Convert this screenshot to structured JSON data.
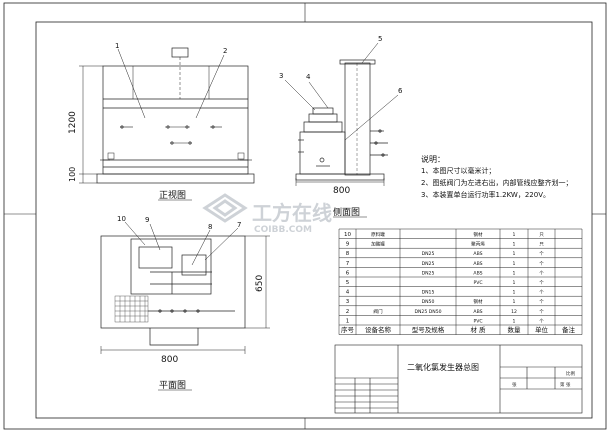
{
  "views": {
    "front": {
      "title": "正视图",
      "dim_height": "1200",
      "dim_base": "100",
      "callouts": [
        "1",
        "2"
      ]
    },
    "side": {
      "title": "侧面图",
      "dim_width": "800",
      "callouts": [
        "3",
        "4",
        "5",
        "6"
      ]
    },
    "plan": {
      "title": "平面图",
      "dim_width": "800",
      "dim_depth": "650",
      "callouts": [
        "10",
        "9",
        "8",
        "7"
      ]
    }
  },
  "notes": {
    "heading": "说明：",
    "lines": [
      "1、本图尺寸以毫米计；",
      "2、图纸阀门为左进右出，内部管线应整齐划一；",
      "3、本装置单台运行功率1.2KW，220V。"
    ]
  },
  "bom": {
    "headers": [
      "序号",
      "设备名称",
      "型号及规格",
      "材 质",
      "数量",
      "单位",
      "备注"
    ],
    "rows": [
      [
        "10",
        "原料罐",
        "",
        "钢材",
        "1",
        "只",
        ""
      ],
      [
        "9",
        "加酸罐",
        "",
        "聚丙烯",
        "1",
        "只",
        ""
      ],
      [
        "8",
        "",
        "DN25",
        "ABS",
        "1",
        "个",
        ""
      ],
      [
        "7",
        "",
        "DN25",
        "ABS",
        "1",
        "个",
        ""
      ],
      [
        "6",
        "",
        "DN25",
        "ABS",
        "1",
        "个",
        ""
      ],
      [
        "5",
        "",
        "",
        "PVC",
        "1",
        "个",
        ""
      ],
      [
        "4",
        "",
        "DN15",
        "",
        "1",
        "个",
        ""
      ],
      [
        "3",
        "",
        "DN50",
        "钢材",
        "1",
        "个",
        ""
      ],
      [
        "2",
        "阀门",
        "DN25 DN50",
        "ABS",
        "12",
        "个",
        ""
      ],
      [
        "1",
        "",
        "",
        "PVC",
        "1",
        "个",
        ""
      ]
    ]
  },
  "title_block": {
    "drawing_name": "二氧化氯发生器总图",
    "small_text": [
      "比例",
      "张",
      "第 张"
    ]
  },
  "watermark": {
    "brand": "工方在线",
    "latin": "COIBB.COM"
  }
}
